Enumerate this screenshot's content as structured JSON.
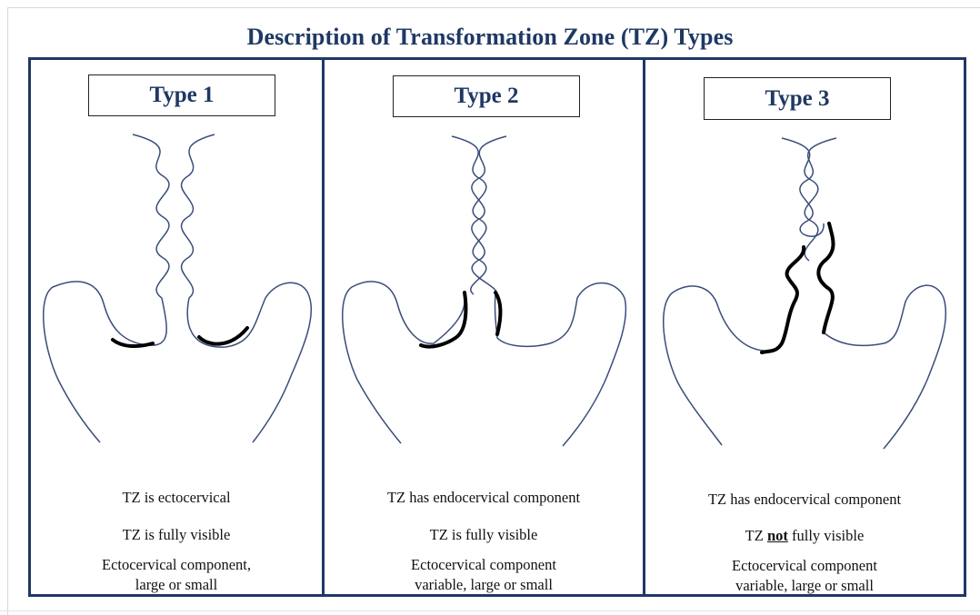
{
  "title": "Description of Transformation Zone (TZ) Types",
  "colors": {
    "accent": "#1f3864",
    "line": "#3a4d7a",
    "tz": "#000000"
  },
  "panels": [
    {
      "type_label": "Type 1",
      "line1": "TZ is ectocervical",
      "line2": "TZ is fully visible",
      "line3a": "Ectocervical component,",
      "line3b": "large or small"
    },
    {
      "type_label": "Type 2",
      "line1": "TZ has endocervical component",
      "line2": "TZ is fully visible",
      "line3a": "Ectocervical component",
      "line3b": "variable, large or small"
    },
    {
      "type_label": "Type 3",
      "line1": "TZ  has endocervical component",
      "line2_pre": "TZ ",
      "line2_emph": "not",
      "line2_post": " fully visible",
      "line3a": "Ectocervical component",
      "line3b": "variable, large or small"
    }
  ]
}
